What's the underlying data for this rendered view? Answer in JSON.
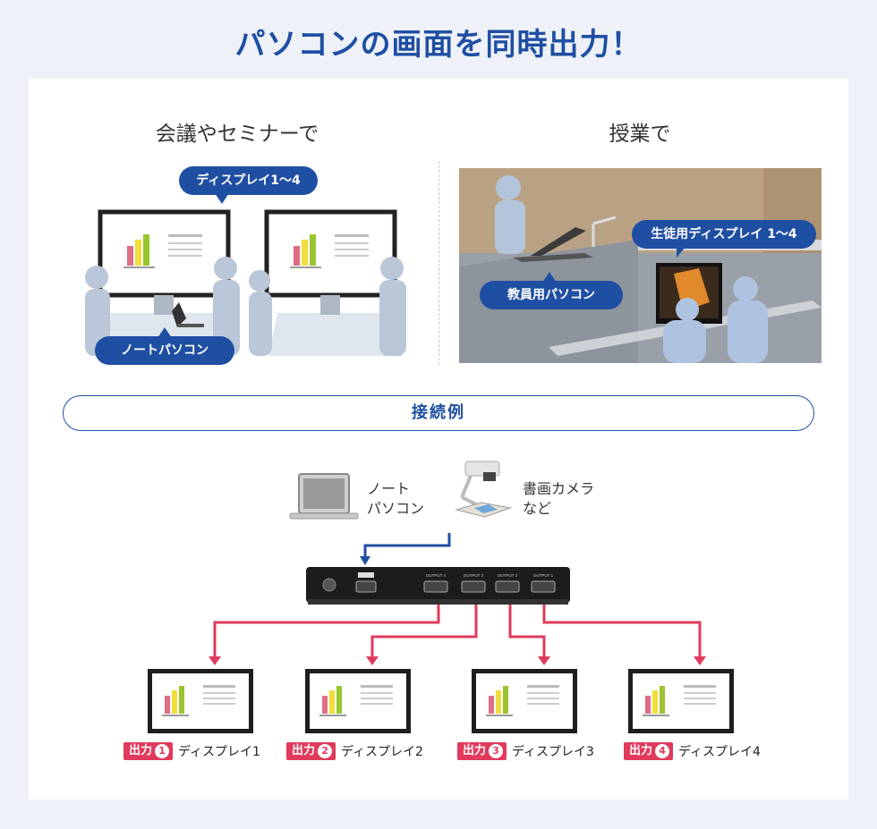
{
  "header": {
    "title": "パソコンの画面を同時出力！"
  },
  "scenes": {
    "meeting": {
      "title": "会議やセミナーで",
      "bubble_displays": "ディスプレイ1～4",
      "bubble_laptop": "ノートパソコン"
    },
    "class": {
      "title": "授業で",
      "bubble_displays": "生徒用ディスプレイ 1～4",
      "bubble_teacher_pc": "教員用パソコン"
    }
  },
  "connection": {
    "title": "接続例",
    "inputs": {
      "laptop_label_line1": "ノート",
      "laptop_label_line2": "パソコン",
      "camera_label_line1": "書画カメラ",
      "camera_label_line2": "など"
    },
    "splitter_ports": [
      "OUTPUT 4",
      "OUTPUT 3",
      "OUTPUT 2",
      "OUTPUT 1"
    ],
    "outputs": [
      {
        "badge": "出力",
        "num": "1",
        "label": "ディスプレイ1"
      },
      {
        "badge": "出力",
        "num": "2",
        "label": "ディスプレイ2"
      },
      {
        "badge": "出力",
        "num": "3",
        "label": "ディスプレイ3"
      },
      {
        "badge": "出力",
        "num": "4",
        "label": "ディスプレイ4"
      }
    ]
  },
  "colors": {
    "accent": "#1f4fa3",
    "output_red": "#e03a5c",
    "bar_pink": "#e06d86",
    "bar_yellow": "#f1de3c",
    "bar_green": "#9bc52f"
  }
}
